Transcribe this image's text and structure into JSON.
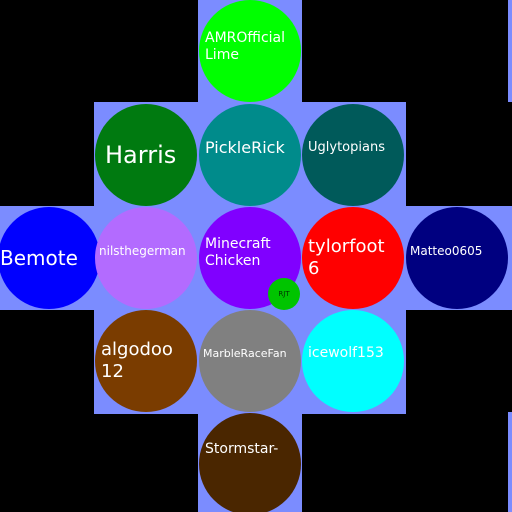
{
  "colors": {
    "background": "#000000",
    "board": "#7b8cff",
    "label_text": "#ffffff"
  },
  "marbles": [
    {
      "name": "AMROfficial\nLime",
      "color": "#00ff00"
    },
    {
      "name": "Harris",
      "color": "#007a10"
    },
    {
      "name": "PickleRick",
      "color": "#008b8b"
    },
    {
      "name": "Uglytopians",
      "color": "#005a5a"
    },
    {
      "name": "Bemote",
      "color": "#0000ff"
    },
    {
      "name": "nilsthegerman",
      "color": "#b36bff"
    },
    {
      "name": "Minecraft\nChicken",
      "color": "#8000ff"
    },
    {
      "name": "tylorfoot\n6",
      "color": "#ff0000"
    },
    {
      "name": "Matteo0605",
      "color": "#000080"
    },
    {
      "name": "algodoo\n12",
      "color": "#7a3c00"
    },
    {
      "name": "MarbleRaceFan",
      "color": "#808080"
    },
    {
      "name": "icewolf153",
      "color": "#00ffff"
    },
    {
      "name": "Stormstar-",
      "color": "#4a2600"
    }
  ],
  "marker": {
    "label": "RJT",
    "color": "#00c400"
  }
}
